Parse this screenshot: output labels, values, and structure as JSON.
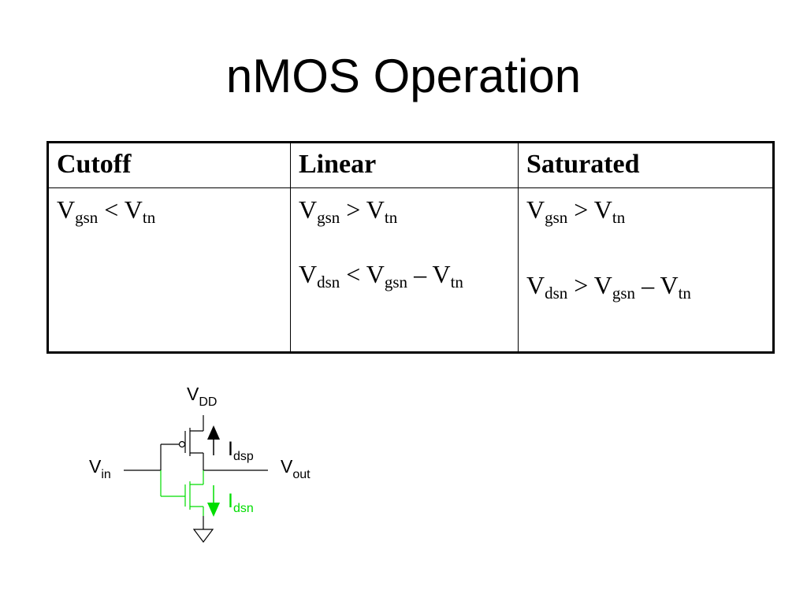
{
  "slide": {
    "title": "nMOS Operation"
  },
  "table": {
    "headers": [
      "Cutoff",
      "Linear",
      "Saturated"
    ],
    "cutoff": {
      "l1": {
        "a": "V",
        "a_sub": "gsn",
        "op": " < V",
        "b_sub": "tn"
      }
    },
    "linear": {
      "l1": {
        "a": "V",
        "a_sub": "gsn",
        "op": " > V",
        "b_sub": "tn"
      },
      "l2": {
        "a": "V",
        "a_sub": "dsn",
        "op": " < V",
        "b_sub": "gsn",
        "op2": " – V",
        "c_sub": "tn"
      }
    },
    "saturated": {
      "l1": {
        "a": "V",
        "a_sub": "gsn",
        "op": " > V",
        "b_sub": "tn"
      },
      "l2": {
        "a": "V",
        "a_sub": "dsn",
        "op": " > V",
        "b_sub": "gsn",
        "op2": " – V",
        "c_sub": "tn"
      }
    }
  },
  "schematic": {
    "vdd": {
      "main": "V",
      "sub": "DD"
    },
    "vin": {
      "main": "V",
      "sub": "in"
    },
    "vout": {
      "main": "V",
      "sub": "out"
    },
    "idsp": {
      "main": "I",
      "sub": "dsp"
    },
    "idsn": {
      "main": "I",
      "sub": "dsn"
    },
    "colors": {
      "pmos": "#000000",
      "nmos": "#00dd00"
    }
  }
}
